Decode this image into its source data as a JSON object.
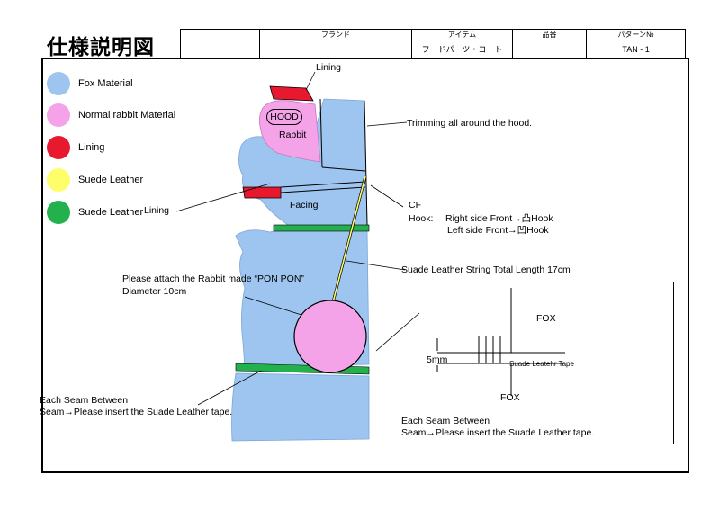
{
  "header": {
    "title": "仕様説明図",
    "columns": [
      "",
      "ブランド",
      "アイテム",
      "品番",
      "パターン№"
    ],
    "values": [
      "",
      "",
      "フードパーツ・コート",
      "",
      "TAN - 1"
    ]
  },
  "legend": [
    {
      "label": "Fox Material",
      "color": "#9dc5f0"
    },
    {
      "label": "Normal rabbit Material",
      "color": "#f5a3e9"
    },
    {
      "label": "Lining",
      "color": "#e8192f"
    },
    {
      "label": "Suede Leather",
      "color": "#fefe6a"
    },
    {
      "label": "Suede Leather",
      "color": "#22b14c"
    }
  ],
  "annotations": {
    "lining_top": "Lining",
    "hood": "HOOD",
    "rabbit": "Rabbit",
    "trimming": "Trimming all around the hood.",
    "lining_left": "Lining",
    "facing": "Facing",
    "cf": "CF",
    "hook_label": "Hook:",
    "hook_right": "Right side Front→凸Hook",
    "hook_left": "Left side Front→凹Hook",
    "string": "Suade Leather String Total Length 17cm",
    "pompon_line1": "Please attach the Rabbit made “PON PON”",
    "pompon_line2": "Diameter 10cm",
    "seam_left_line1": "Each Seam Between",
    "seam_left_line2": "Seam→Please insert the Suade Leather tape.",
    "inset_fox_top": "FOX",
    "inset_fox_bottom": "FOX",
    "inset_5mm": "5mm",
    "inset_tape": "Suade Leatehr Tape",
    "seam_inset_line1": "Each Seam Between",
    "seam_inset_line2": "Seam→Please insert the Suade Leather tape."
  }
}
